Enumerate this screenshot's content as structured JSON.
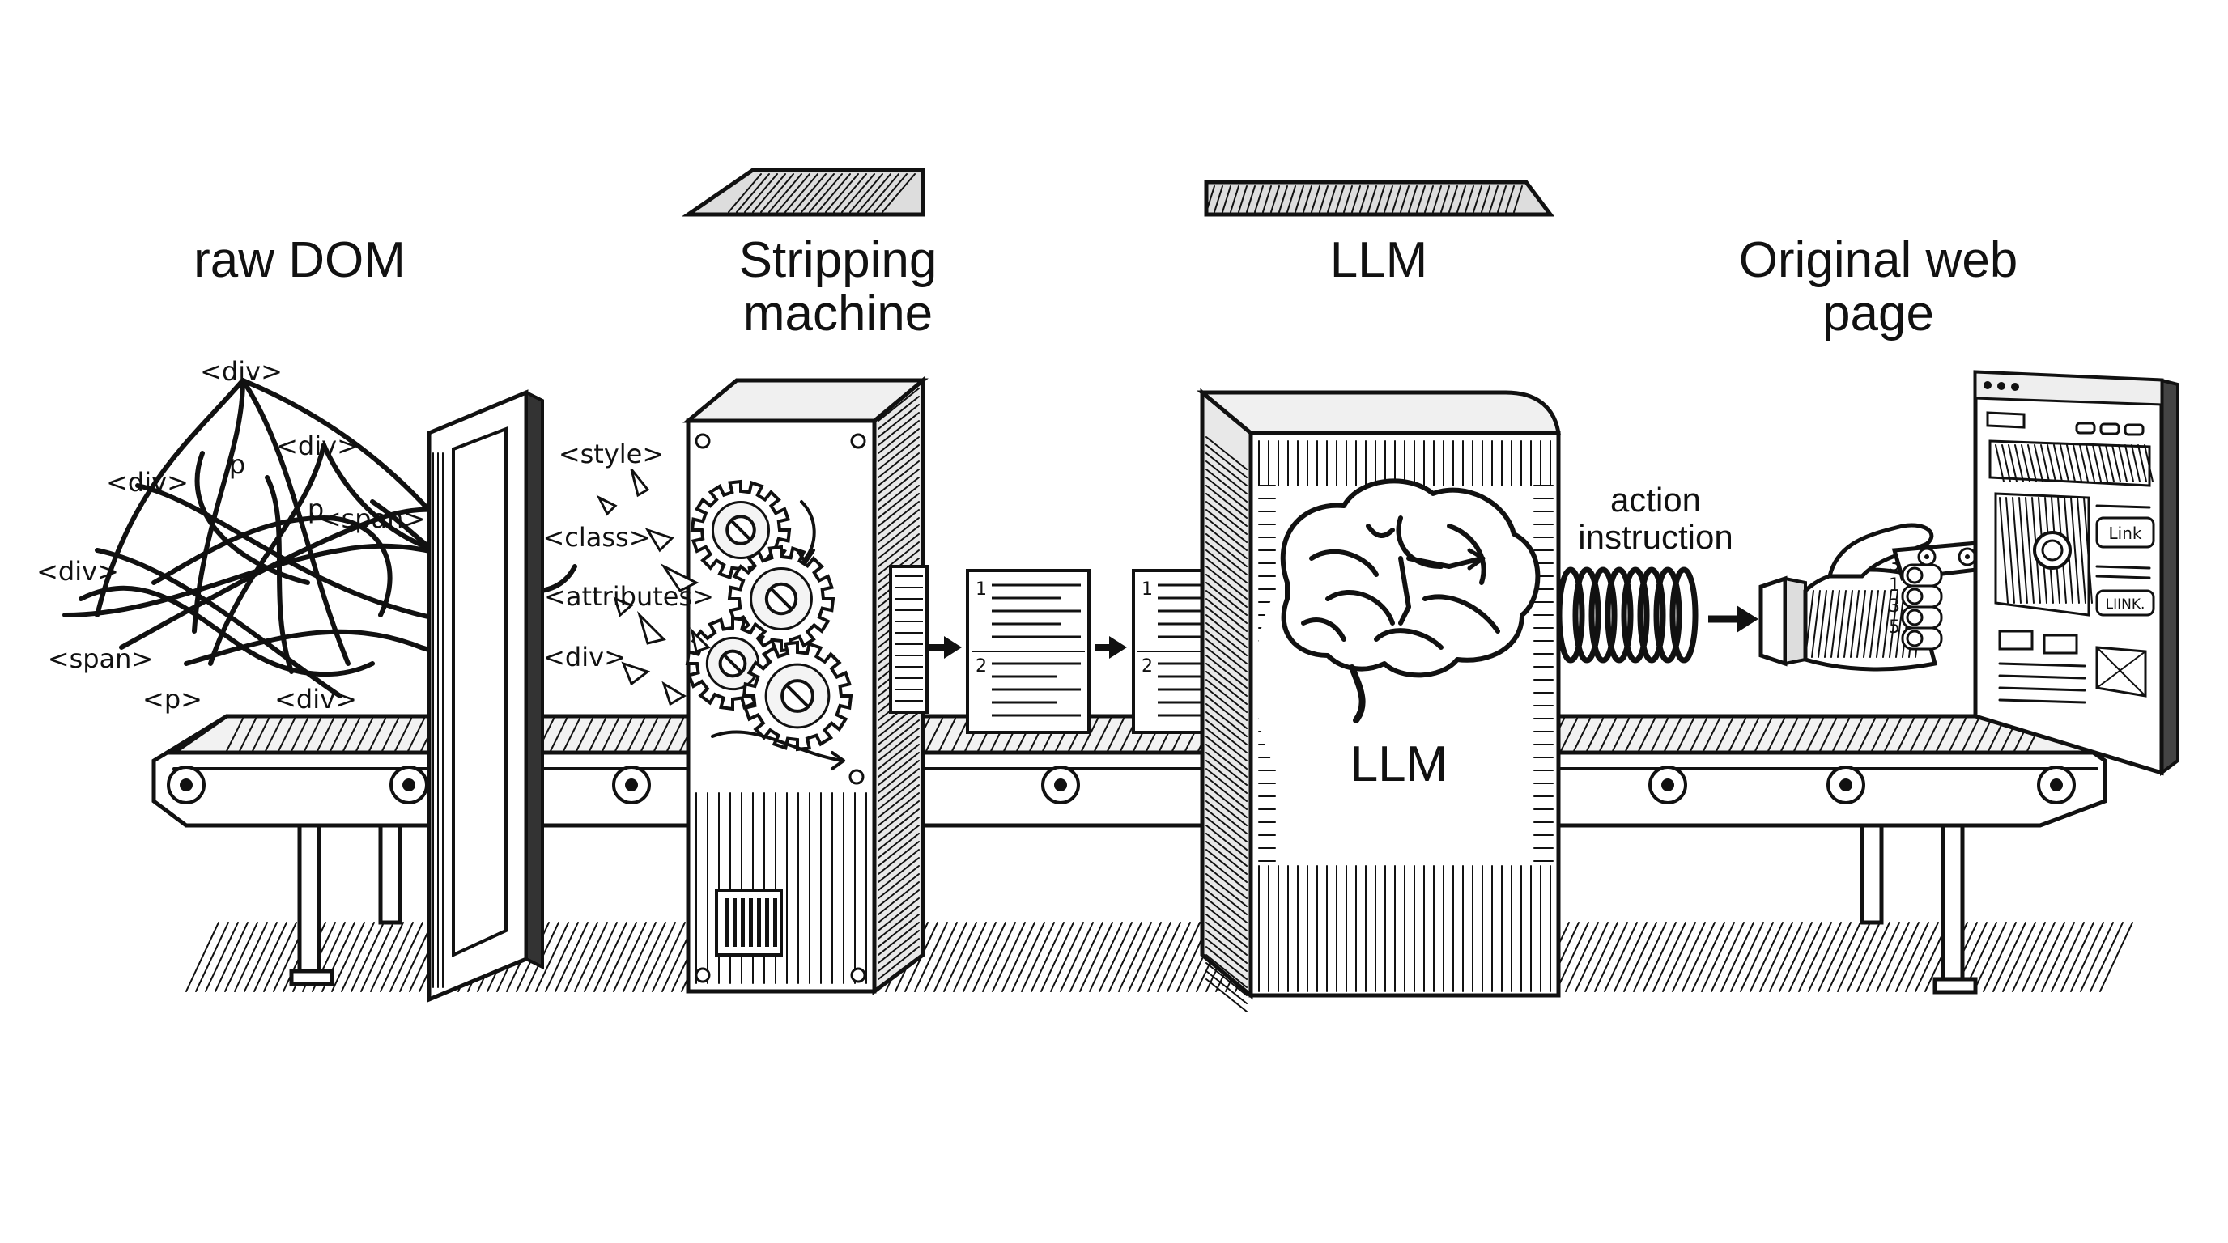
{
  "labels": {
    "raw_dom": "raw DOM",
    "stripping_line1": "Stripping",
    "stripping_line2": "machine",
    "llm_title": "LLM",
    "original_line1": "Original web",
    "original_line2": "page",
    "llm_box": "LLM",
    "action_line1": "action",
    "action_line2": "instruction"
  },
  "dom_tags": [
    "<div>",
    "<div>",
    "<div>",
    "p",
    "p",
    "<span>",
    "<div>",
    "<span>",
    "<p>",
    "<div>"
  ],
  "stripped_tags": [
    "<style>",
    "<class>",
    "<attributes>",
    "<div>"
  ],
  "doc_numbers": [
    "1",
    "2",
    "1",
    "2"
  ],
  "finger_numbers": [
    "3",
    "1",
    "3",
    "5"
  ],
  "webpage_buttons": [
    "Link",
    "LIINK."
  ],
  "icons": [
    "tangled-wires",
    "gate-frame",
    "gear",
    "document",
    "arrow-right",
    "brain",
    "spring",
    "robot-hand",
    "browser-window"
  ]
}
